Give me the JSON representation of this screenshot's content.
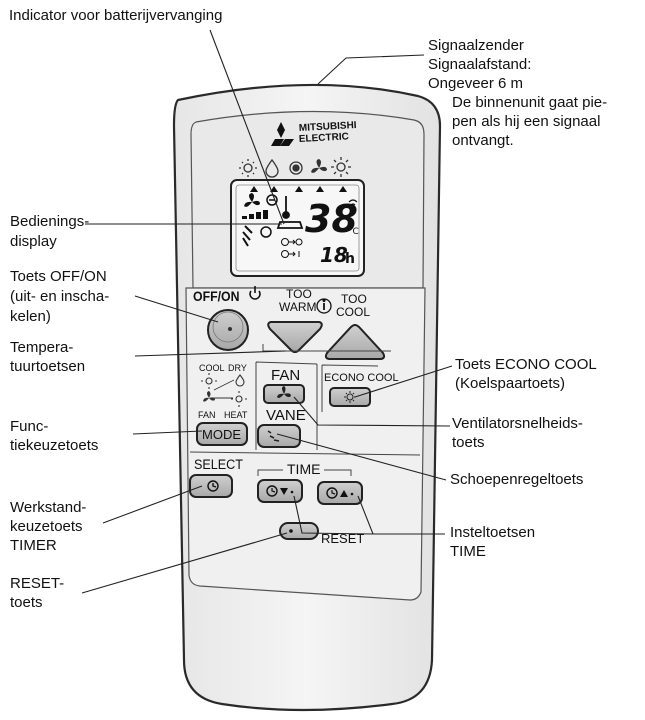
{
  "remote": {
    "brand_line1": "MITSUBISHI",
    "brand_line2": "ELECTRIC",
    "lcd_temperature": "38",
    "lcd_unit": "°C",
    "lcd_timer": "18",
    "lcd_timer_unit": "h",
    "btn_offon": "OFF/ON",
    "btn_too_warm_1": "TOO",
    "btn_too_warm_2": "WARM",
    "btn_too_cool_1": "TOO",
    "btn_too_cool_2": "COOL",
    "mode_cool": "COOL",
    "mode_dry": "DRY",
    "mode_fan": "FAN",
    "mode_heat": "HEAT",
    "btn_mode": "MODE",
    "btn_fan": "FAN",
    "btn_vane": "VANE",
    "btn_econo": "ECONO COOL",
    "btn_select": "SELECT",
    "btn_time": "TIME",
    "btn_reset": "RESET"
  },
  "labels": {
    "battery": "Indicator voor batterijvervanging",
    "signal": [
      "Signaalzender",
      "Signaalafstand:",
      "Ongeveer 6 m"
    ],
    "beep": [
      "De binnenunit gaat pie-",
      "pen als hij een signaal",
      "ontvangt."
    ],
    "display": [
      "Bedienings-",
      "display"
    ],
    "offon": [
      "Toets OFF/ON",
      "(uit- en inscha-",
      "kelen)"
    ],
    "temp": [
      "Tempera-",
      "tuurtoetsen"
    ],
    "function": [
      "Func-",
      "tiekeuzetoets"
    ],
    "timer_mode": [
      "Werkstand-",
      "keuzetoets",
      "TIMER"
    ],
    "reset": [
      "RESET-",
      "toets"
    ],
    "econo": [
      "Toets ECONO COOL",
      "(Koelspaartoets)"
    ],
    "fanspeed": [
      "Ventilatorsnelheids-",
      "toets"
    ],
    "vane": "Schoepenregeltoets",
    "time_set": [
      "Insteltoetsen",
      "TIME"
    ]
  }
}
